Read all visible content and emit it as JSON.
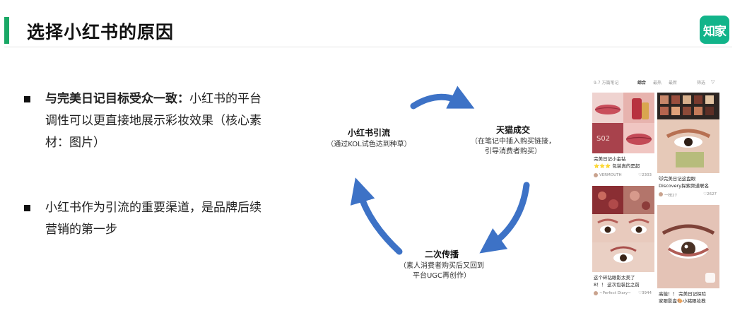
{
  "header": {
    "title": "选择小红书的原因",
    "logo_text": "知家",
    "accent_color": "#1aa866",
    "logo_color": "#12b48a"
  },
  "bullets": [
    {
      "strong": "与完美日记目标受众一致：",
      "text": "小红书的平台调性可以更直接地展示彩妆效果（核心素材：图片）"
    },
    {
      "strong": "",
      "text": "小红书作为引流的重要渠道，是品牌后续营销的第一步"
    }
  ],
  "cycle": {
    "arrow_color": "#3d72c6",
    "nodes": {
      "xhs": {
        "title": "小红书引流",
        "desc": "（通过KOL试色达到种草）"
      },
      "tmall": {
        "title": "天猫成交",
        "desc_line1": "（在笔记中插入购买链接，",
        "desc_line2": "引导消费者购买）"
      },
      "spread": {
        "title": "二次传播",
        "desc_line1": "（素人消费者购买后又回到",
        "desc_line2": "平台UGC再创作）"
      }
    }
  },
  "phone": {
    "tabs": {
      "count": "9.7 万篇笔记",
      "all": "综合",
      "hot": "最热",
      "new": "最新",
      "filter": "筛选",
      "filter_icon": "filter-icon"
    },
    "cards": {
      "c1": {
        "line1": "完美日记小金钻",
        "line2": "⭐⭐⭐ 包装真的是超",
        "author": "VERMOUTH",
        "likes": "♡2303"
      },
      "c2": {
        "line1": "🐱完美日记这盘眼",
        "line2": "Discovery探索频道联名",
        "author": "一枝27",
        "likes": "♡2627"
      },
      "c3": {
        "line1": "这个碎钻眼影太美了",
        "line2": "8！！ 这次包装比之前",
        "author": "~Perfect Diary~",
        "likes": "♡3944"
      },
      "c4": {
        "line1": "高能！！ 完美日记探险",
        "line2": "家眼影盘🎨小猪眼妆教",
        "author": "",
        "likes": ""
      }
    }
  }
}
